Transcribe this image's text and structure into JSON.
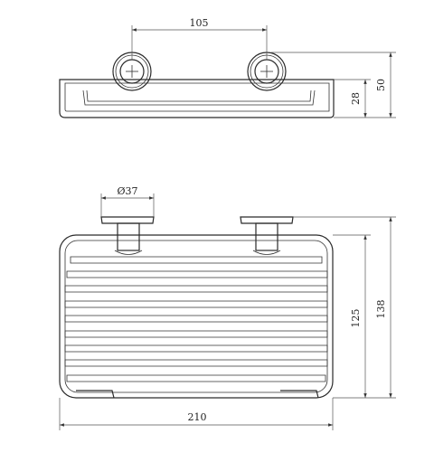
{
  "drawing": {
    "dimensions": {
      "mount_spacing": "105",
      "depth_overall": "50",
      "basket_height": "28",
      "flange_diameter": "Ø37",
      "width_overall": "210",
      "length_basket": "125",
      "length_overall": "138"
    }
  }
}
